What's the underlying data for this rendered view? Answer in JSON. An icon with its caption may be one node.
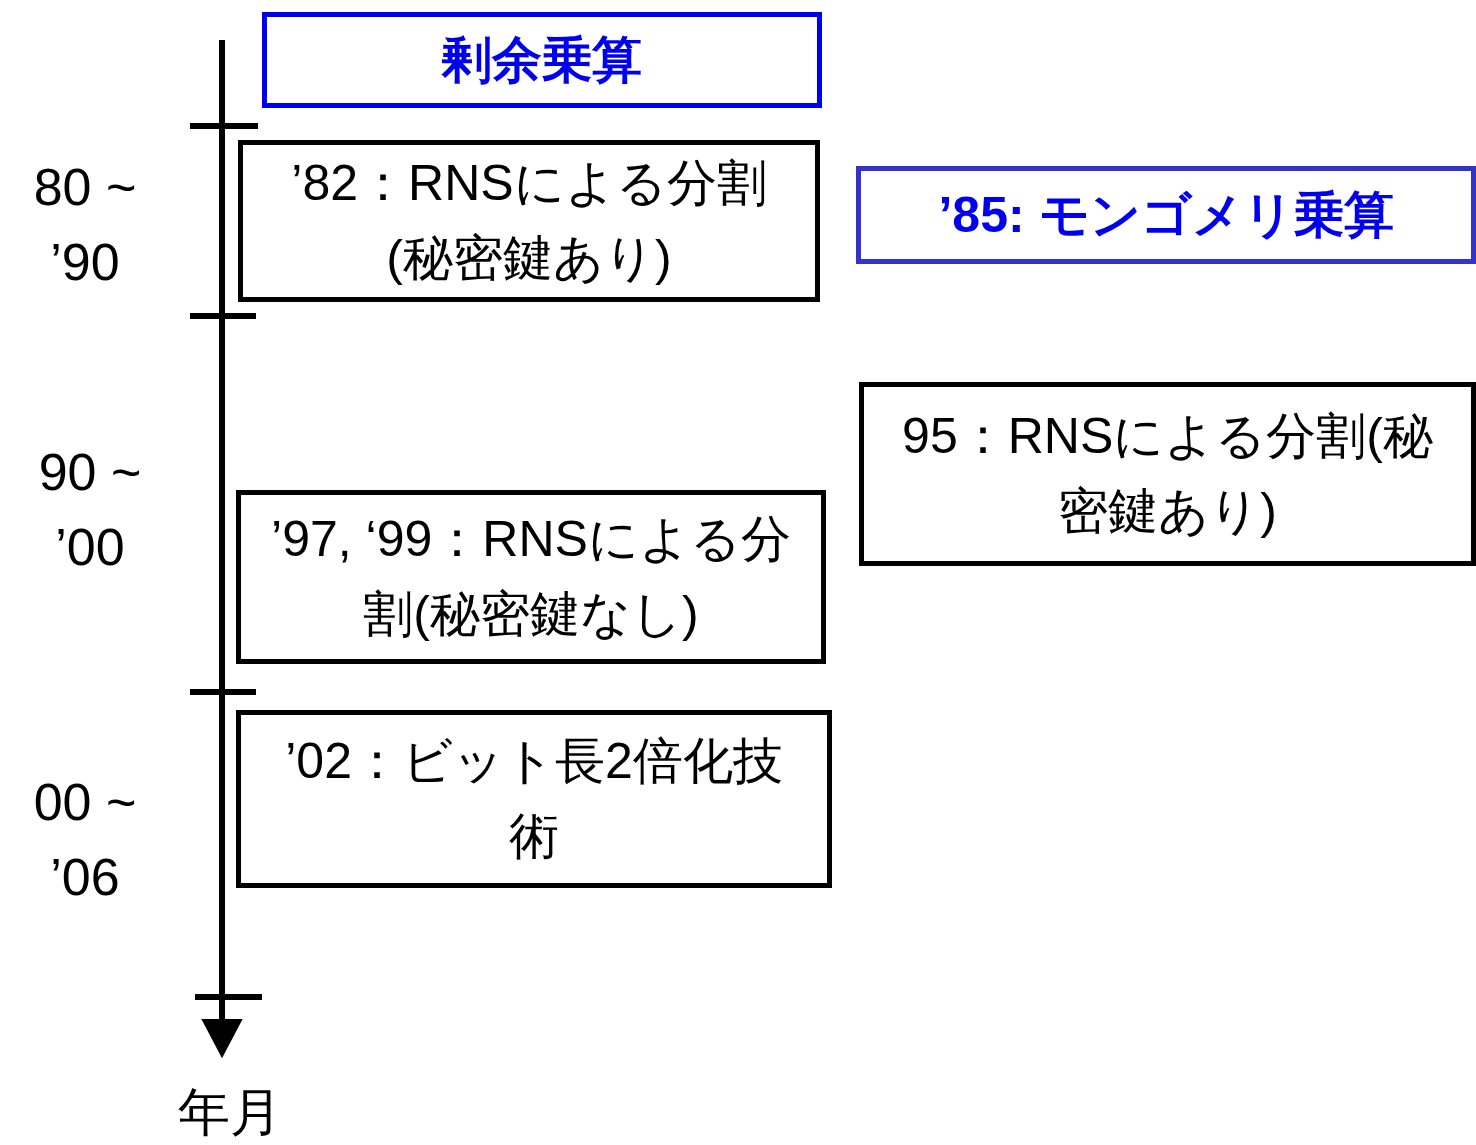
{
  "diagram": {
    "nodes": [
      {
        "text": [
          "剰余乗算"
        ]
      },
      {
        "text": [
          "’82：RNSによる分割(秘密鍵あり)"
        ]
      },
      {
        "text": [
          "’85: モンゴメリ乗算"
        ]
      },
      {
        "text": [
          "95：RNSによる分割(秘密鍵あり)"
        ]
      },
      {
        "text": [
          "’97, ‘99：RNSによる分割(秘密鍵なし)"
        ]
      },
      {
        "text": [
          "’02：ビット長2倍化技術"
        ]
      }
    ],
    "labels": [
      "80 ~ ’90",
      "90 ~ ’00",
      "00 ~ ’06",
      "年月"
    ]
  }
}
